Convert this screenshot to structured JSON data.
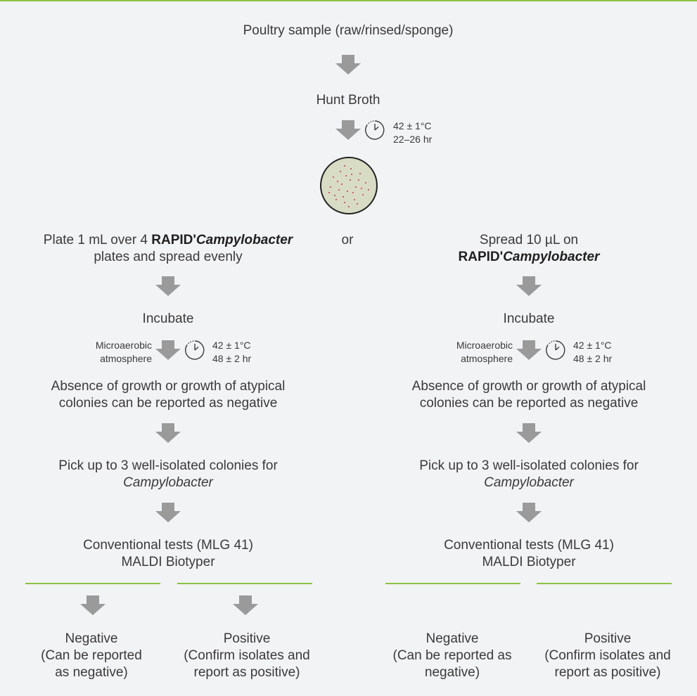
{
  "top": {
    "sample": "Poultry sample (raw/rinsed/sponge)",
    "broth": "Hunt Broth",
    "broth_temp": "42 ± 1°C",
    "broth_time": "22–26 hr"
  },
  "or_label": "or",
  "left": {
    "plate_line1_pre": "Plate 1 mL over 4 ",
    "plate_line1_bold": "RAPID'",
    "plate_line1_bold_italic": "Campylobacter",
    "plate_line2": "plates and spread evenly",
    "incubate": "Incubate",
    "atmo1": "Microaerobic",
    "atmo2": "atmosphere",
    "temp": "42 ± 1°C",
    "time": "48 ± 2 hr",
    "absence1": "Absence of growth or growth of atypical",
    "absence2": "colonies can be reported as negative",
    "pick1": "Pick up to 3 well-isolated colonies for",
    "pick2": "Campylobacter",
    "tests1": "Conventional tests (MLG 41)",
    "tests2": "MALDI Biotyper",
    "neg1": "Negative",
    "neg2": "(Can be reported",
    "neg3": "as negative)",
    "pos1": "Positive",
    "pos2": "(Confirm isolates and",
    "pos3": "report as positive)"
  },
  "right": {
    "spread1": "Spread 10 µL on",
    "spread2_bold": "RAPID'",
    "spread2_bold_italic": "Campylobacter",
    "incubate": "Incubate",
    "atmo1": "Microaerobic",
    "atmo2": "atmosphere",
    "temp": "42 ± 1°C",
    "time": "48 ± 2 hr",
    "absence1": "Absence of growth or growth of atypical",
    "absence2": "colonies can be reported as negative",
    "pick1": "Pick up to 3 well-isolated colonies for",
    "pick2": "Campylobacter",
    "tests1": "Conventional tests (MLG 41)",
    "tests2": "MALDI Biotyper",
    "neg1": "Negative",
    "neg2": "(Can be reported as",
    "neg3": "negative)",
    "pos1": "Positive",
    "pos2": "(Confirm isolates and",
    "pos3": "report as positive)"
  },
  "colors": {
    "accent": "#8cc342",
    "arrow": "#9a9a9a",
    "background": "#f2f3f5",
    "plate": "#d9dcc5",
    "colony": "#c0394b"
  }
}
